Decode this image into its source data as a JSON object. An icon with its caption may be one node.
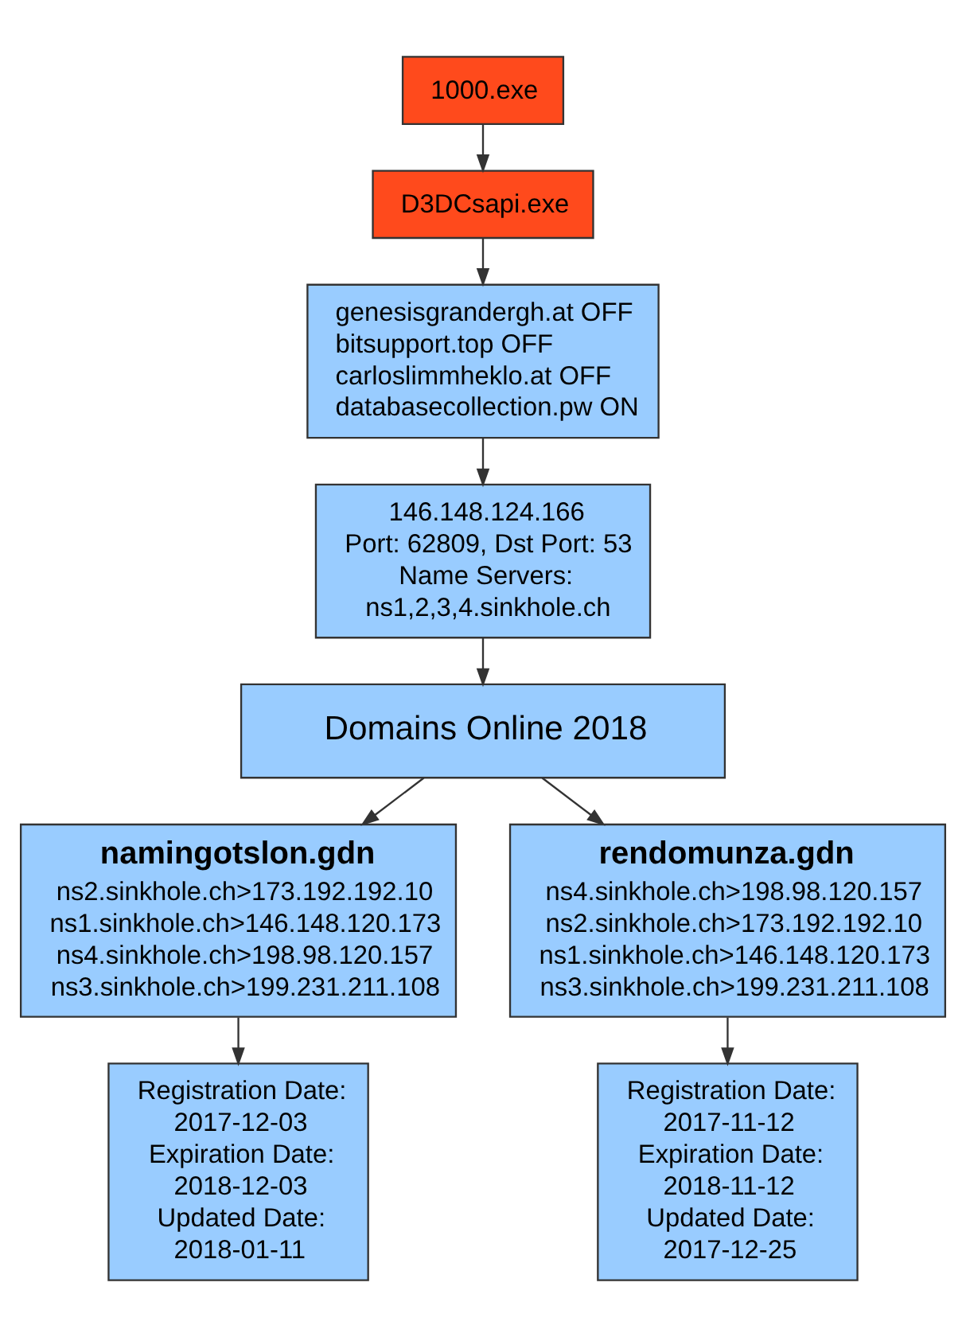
{
  "diagram": {
    "nodes": [
      {
        "text": [
          "1000.exe"
        ]
      },
      {
        "text": [
          "D3DCsapi.exe"
        ]
      },
      {
        "text": [
          "genesisgrandergh.at OFF",
          "bitsupport.top OFF",
          "carloslimmheklo.at OFF",
          "databasecollection.pw ON"
        ]
      },
      {
        "text": [
          "146.148.124.166",
          "Port: 62809, Dst Port: 53",
          "Name Servers:",
          "ns1,2,3,4.sinkhole.ch"
        ]
      },
      {
        "text": [
          "Domains Online 2018"
        ]
      },
      {
        "text": [
          "namingotslon.gdn",
          "ns2.sinkhole.ch>173.192.192.10",
          "ns1.sinkhole.ch>146.148.120.173",
          "ns4.sinkhole.ch>198.98.120.157",
          "ns3.sinkhole.ch>199.231.211.108"
        ]
      },
      {
        "text": [
          "rendomunza.gdn",
          "ns4.sinkhole.ch>198.98.120.157",
          "ns2.sinkhole.ch>173.192.192.10",
          "ns1.sinkhole.ch>146.148.120.173",
          "ns3.sinkhole.ch>199.231.211.108"
        ]
      },
      {
        "text": [
          "Registration Date:",
          "2017-12-03",
          "Expiration Date:",
          "2018-12-03",
          "Updated Date:",
          "2018-01-11"
        ]
      },
      {
        "text": [
          "Registration Date:",
          "2017-11-12",
          "Expiration Date:",
          "2018-11-12",
          "Updated Date:",
          "2017-12-25"
        ]
      }
    ],
    "edges": [
      {
        "from": 0,
        "to": 1,
        "arrow": "to"
      },
      {
        "from": 1,
        "to": 2,
        "arrow": "to"
      },
      {
        "from": 2,
        "to": 3,
        "arrow": "to"
      },
      {
        "from": 3,
        "to": 4,
        "arrow": "to"
      },
      {
        "from": 4,
        "to": 5,
        "arrow": "to"
      },
      {
        "from": 4,
        "to": 6,
        "arrow": "to"
      },
      {
        "from": 5,
        "to": 7,
        "arrow": "to"
      },
      {
        "from": 6,
        "to": 8,
        "arrow": "to"
      }
    ]
  }
}
